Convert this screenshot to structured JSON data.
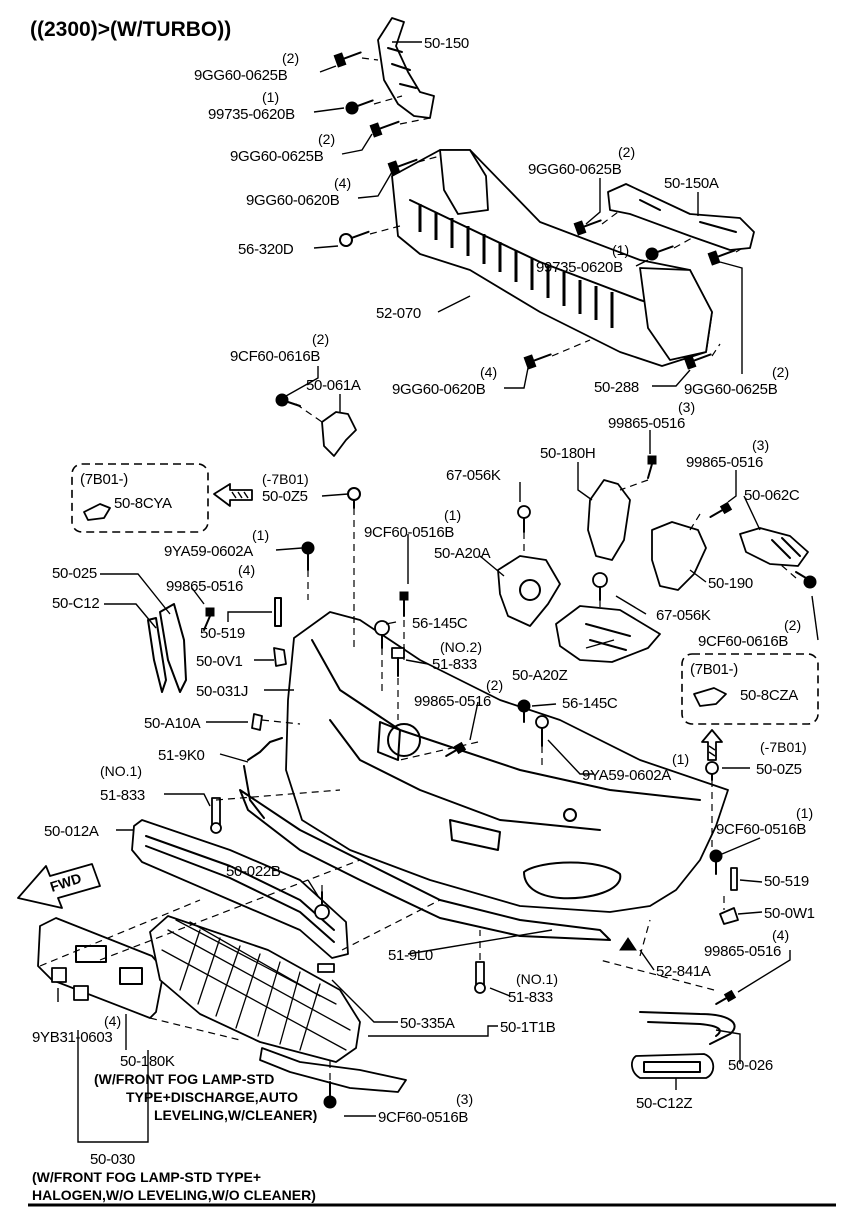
{
  "title": "((2300)>(W/TURBO))",
  "callouts": {
    "c1": {
      "part": "50-150"
    },
    "c2": {
      "qty": "(2)",
      "part": "9GG60-0625B"
    },
    "c3": {
      "qty": "(1)",
      "part": "99735-0620B"
    },
    "c4": {
      "qty": "(2)",
      "part": "9GG60-0625B"
    },
    "c5": {
      "qty": "(4)",
      "part": "9GG60-0620B"
    },
    "c6": {
      "part": "56-320D"
    },
    "c7": {
      "part": "52-070"
    },
    "c8": {
      "qty": "(2)",
      "part": "9GG60-0625B"
    },
    "c9": {
      "part": "50-150A"
    },
    "c10": {
      "qty": "(1)",
      "part": "99735-0620B"
    },
    "c11": {
      "qty": "(2)",
      "part": "9CF60-0616B"
    },
    "c12": {
      "part": "50-061A"
    },
    "c13": {
      "qty": "(4)",
      "part": "9GG60-0620B"
    },
    "c14": {
      "part": "50-288"
    },
    "c15": {
      "qty": "(2)",
      "part": "9GG60-0625B"
    },
    "c16": {
      "qty": "(3)",
      "part": "99865-0516"
    },
    "c17": {
      "part": "50-180H"
    },
    "c18": {
      "part": "67-056K"
    },
    "c19": {
      "qty": "(3)",
      "part": "99865-0516"
    },
    "c20": {
      "part": "50-062C"
    },
    "c21": {
      "part": "50-8CYA",
      "box": "(7B01-)"
    },
    "c22": {
      "qty": "(-7B01)",
      "part": "50-0Z5"
    },
    "c23": {
      "qty": "(1)",
      "part": "9CF60-0516B"
    },
    "c24": {
      "qty": "(1)",
      "part": "9YA59-0602A"
    },
    "c25": {
      "part": "50-A20A"
    },
    "c26": {
      "part": "50-190"
    },
    "c27": {
      "part": "50-025"
    },
    "c28": {
      "qty": "(4)",
      "part": "99865-0516"
    },
    "c29": {
      "part": "50-C12"
    },
    "c30": {
      "part": "50-519"
    },
    "c31": {
      "part": "56-145C"
    },
    "c32": {
      "part": "67-056K"
    },
    "c33": {
      "qty": "(2)",
      "part": "9CF60-0616B"
    },
    "c34": {
      "part": "50-0V1"
    },
    "c35": {
      "qty": "(NO.2)",
      "part": "51-833"
    },
    "c36": {
      "part": "50-A20Z"
    },
    "c37": {
      "part": "50-031J"
    },
    "c38": {
      "qty": "(2)",
      "part": "99865-0516"
    },
    "c39": {
      "part": "56-145C"
    },
    "c40": {
      "part": "50-8CZA",
      "box": "(7B01-)"
    },
    "c41": {
      "part": "50-A10A"
    },
    "c42": {
      "part": "51-9K0"
    },
    "c43": {
      "qty": "(1)",
      "part": "9YA59-0602A"
    },
    "c44": {
      "qty": "(-7B01)",
      "part": "50-0Z5"
    },
    "c45": {
      "qty": "(NO.1)",
      "part": "51-833"
    },
    "c46": {
      "part": "50-012A"
    },
    "c47": {
      "qty": "(1)",
      "part": "9CF60-0516B"
    },
    "c48": {
      "part": "50-022B"
    },
    "c49": {
      "part": "50-519"
    },
    "c50": {
      "part": "50-0W1"
    },
    "c51": {
      "qty": "(4)",
      "part": "99865-0516"
    },
    "c52": {
      "part": "51-9L0"
    },
    "c53": {
      "part": "52-841A"
    },
    "c54": {
      "qty": "(NO.1)",
      "part": "51-833"
    },
    "c55": {
      "part": "50-335A"
    },
    "c56": {
      "part": "50-1T1B"
    },
    "c57": {
      "qty": "(4)",
      "part": "9YB31-0603"
    },
    "c58": {
      "part": "50-026"
    },
    "c59": {
      "part": "50-180K"
    },
    "c60": {
      "part": "50-C12Z"
    },
    "c61": {
      "qty": "(3)",
      "part": "9CF60-0516B"
    },
    "c62": {
      "part": "50-030"
    }
  },
  "fwd": "FWD",
  "notes": {
    "n1": [
      "(W/FRONT FOG LAMP-STD",
      "TYPE+DISCHARGE,AUTO",
      "LEVELING,W/CLEANER)"
    ],
    "n2": [
      "(W/FRONT FOG LAMP-STD TYPE+",
      " HALOGEN,W/O LEVELING,W/O CLEANER)"
    ]
  }
}
